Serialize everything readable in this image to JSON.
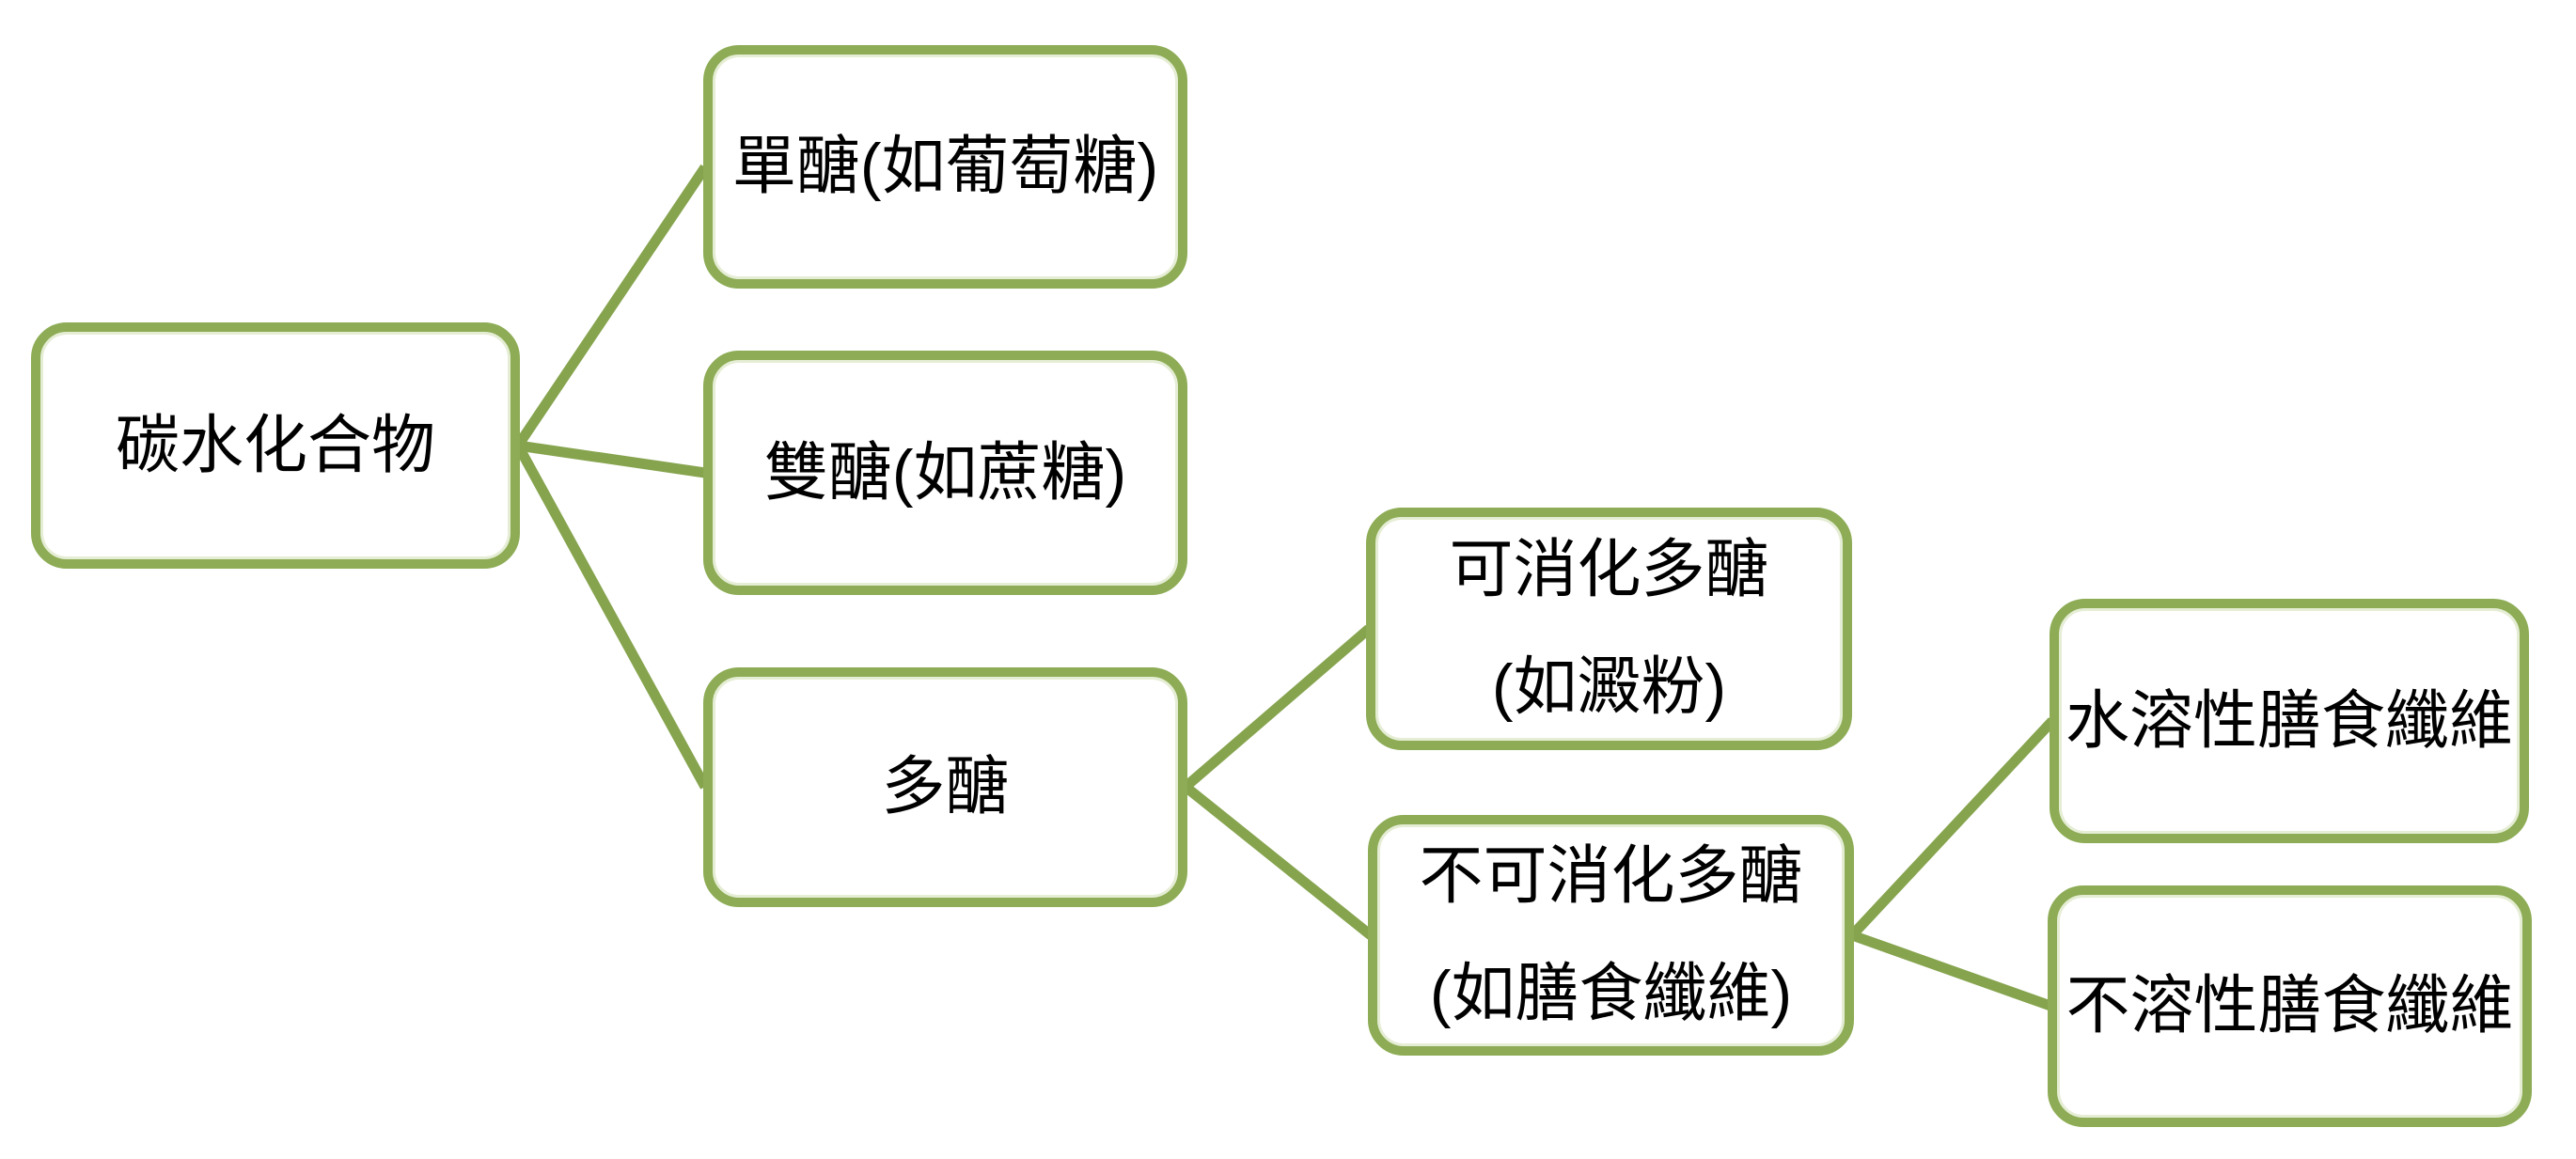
{
  "diagram": {
    "type": "tree",
    "background_color": "#ffffff",
    "accent_green": "#8dac55",
    "text_color": "#000000",
    "nodes": {
      "carbohydrates": {
        "label": "碳水化合物"
      },
      "monosaccharide": {
        "label": "單醣(如葡萄糖)"
      },
      "disaccharide": {
        "label": "雙醣(如蔗糖)"
      },
      "polysaccharide": {
        "label": "多醣"
      },
      "digestible": {
        "line1": "可消化多醣",
        "line2": "(如澱粉)"
      },
      "indigestible": {
        "line1": "不可消化多醣",
        "line2": "(如膳食纖維)"
      },
      "soluble_fiber": {
        "label": "水溶性膳食纖維"
      },
      "insoluble_fiber": {
        "label": "不溶性膳食纖維"
      }
    },
    "hierarchy": [
      {
        "parent": "碳水化合物",
        "children": [
          "單醣(如葡萄糖)",
          "雙醣(如蔗糖)",
          "多醣"
        ]
      },
      {
        "parent": "多醣",
        "children": [
          "可消化多醣(如澱粉)",
          "不可消化多醣(如膳食纖維)"
        ]
      },
      {
        "parent": "不可消化多醣(如膳食纖維)",
        "children": [
          "水溶性膳食纖維",
          "不溶性膳食纖維"
        ]
      }
    ]
  }
}
